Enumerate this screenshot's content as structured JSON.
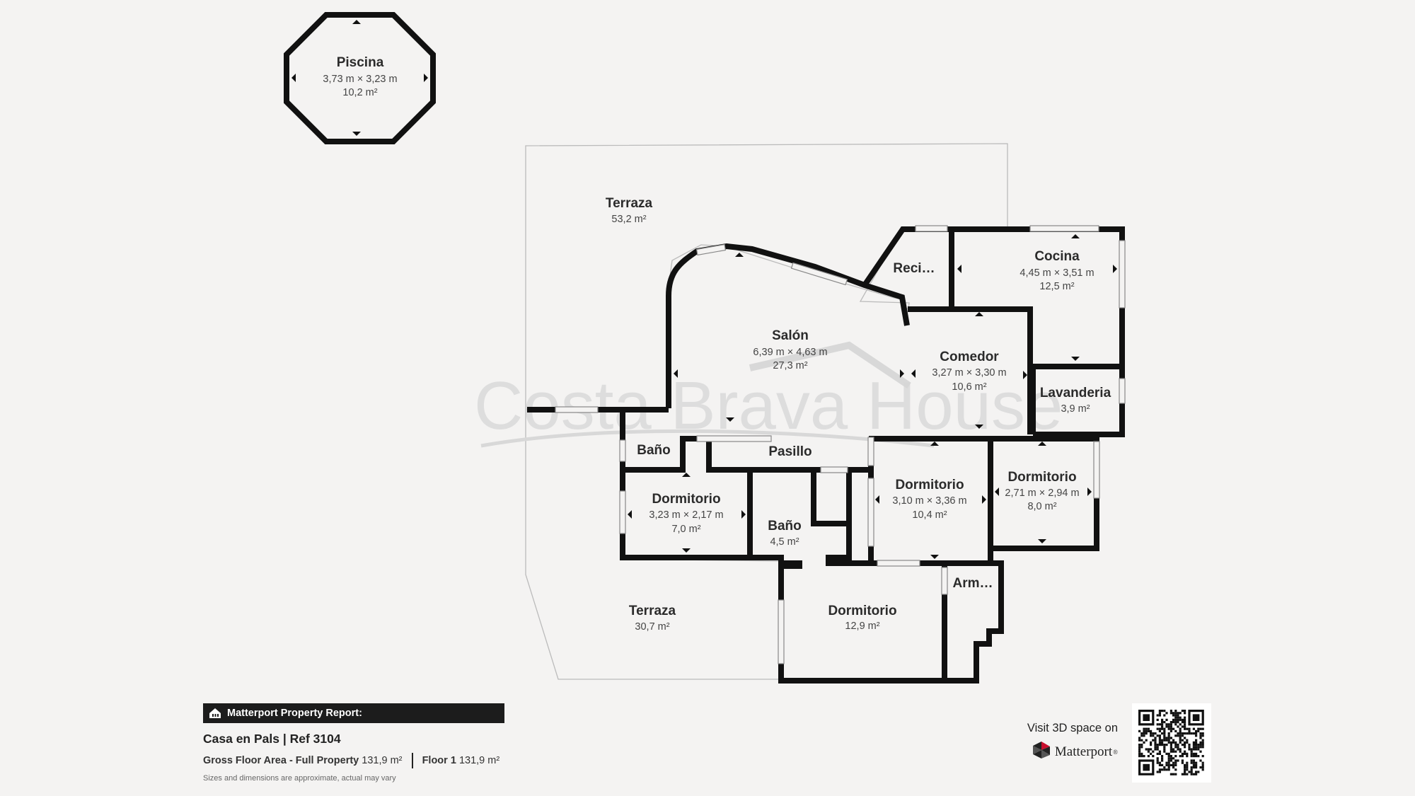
{
  "watermark": "Costa Brava House",
  "rooms": [
    {
      "id": "piscina",
      "name": "Piscina",
      "dims": "3,73 m × 3,23 m",
      "area": "10,2 m²"
    },
    {
      "id": "terraza-top",
      "name": "Terraza",
      "dims": "",
      "area": "53,2 m²"
    },
    {
      "id": "salon",
      "name": "Salón",
      "dims": "6,39 m × 4,63 m",
      "area": "27,3 m²"
    },
    {
      "id": "reci",
      "name": "Reci…",
      "dims": "",
      "area": ""
    },
    {
      "id": "cocina",
      "name": "Cocina",
      "dims": "4,45 m × 3,51 m",
      "area": "12,5 m²"
    },
    {
      "id": "comedor",
      "name": "Comedor",
      "dims": "3,27 m × 3,30 m",
      "area": "10,6 m²"
    },
    {
      "id": "lavanderia",
      "name": "Lavanderia",
      "dims": "",
      "area": "3,9 m²"
    },
    {
      "id": "bano-1",
      "name": "Baño",
      "dims": "",
      "area": ""
    },
    {
      "id": "pasillo",
      "name": "Pasillo",
      "dims": "",
      "area": ""
    },
    {
      "id": "dormitorio-1",
      "name": "Dormitorio",
      "dims": "3,23 m × 2,17 m",
      "area": "7,0 m²"
    },
    {
      "id": "bano-2",
      "name": "Baño",
      "dims": "",
      "area": "4,5 m²"
    },
    {
      "id": "dormitorio-2",
      "name": "Dormitorio",
      "dims": "3,10 m × 3,36 m",
      "area": "10,4 m²"
    },
    {
      "id": "dormitorio-3",
      "name": "Dormitorio",
      "dims": "2,71 m × 2,94 m",
      "area": "8,0 m²"
    },
    {
      "id": "arm",
      "name": "Arm…",
      "dims": "",
      "area": ""
    },
    {
      "id": "terraza-bottom",
      "name": "Terraza",
      "dims": "",
      "area": "30,7 m²"
    },
    {
      "id": "dormitorio-4",
      "name": "Dormitorio",
      "dims": "",
      "area": "12,9 m²"
    }
  ],
  "report": {
    "header": "Matterport Property Report:",
    "title": "Casa en Pals | Ref 3104",
    "gross_label": "Gross Floor Area - Full Property",
    "gross_value": "131,9 m²",
    "floor_label": "Floor 1",
    "floor_value": "131,9 m²",
    "disclaimer": "Sizes and dimensions are approximate, actual may vary"
  },
  "visit": {
    "text": "Visit 3D space on",
    "brand": "Matterport",
    "brand_mark": "®"
  },
  "colors": {
    "background": "#f4f3f2",
    "wall": "#111111",
    "header_bg": "#1c1c1c"
  }
}
